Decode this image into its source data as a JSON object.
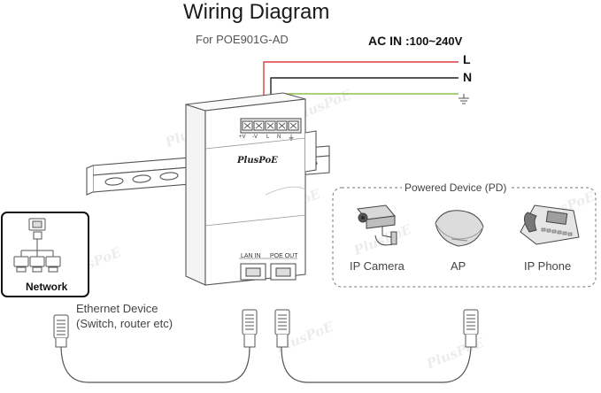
{
  "title": "Wiring Diagram",
  "subtitle": "For POE901G-AD",
  "ac_input": {
    "prefix": "AC IN :",
    "range": "100~240V"
  },
  "lines": {
    "live": "L",
    "neutral": "N"
  },
  "colors": {
    "live": "#d9413e",
    "neutral": "#222222",
    "ground": "#8bc34a",
    "outline": "#555555"
  },
  "terminals": [
    "+V",
    "-V",
    "L",
    "N",
    "⏚"
  ],
  "device": {
    "brand": "PlusPoE",
    "lan_in": "LAN IN",
    "poe_out": "POE OUT"
  },
  "network": {
    "label": "Network"
  },
  "ethernet": {
    "line1": "Ethernet Device",
    "line2": "(Switch, router etc)"
  },
  "powered_devices": {
    "title": "Powered Device (PD)",
    "items": [
      {
        "label": "IP Camera",
        "icon": "ip-camera-icon"
      },
      {
        "label": "AP",
        "icon": "access-point-icon"
      },
      {
        "label": "IP Phone",
        "icon": "ip-phone-icon"
      }
    ]
  },
  "watermark": "PlusPoE"
}
